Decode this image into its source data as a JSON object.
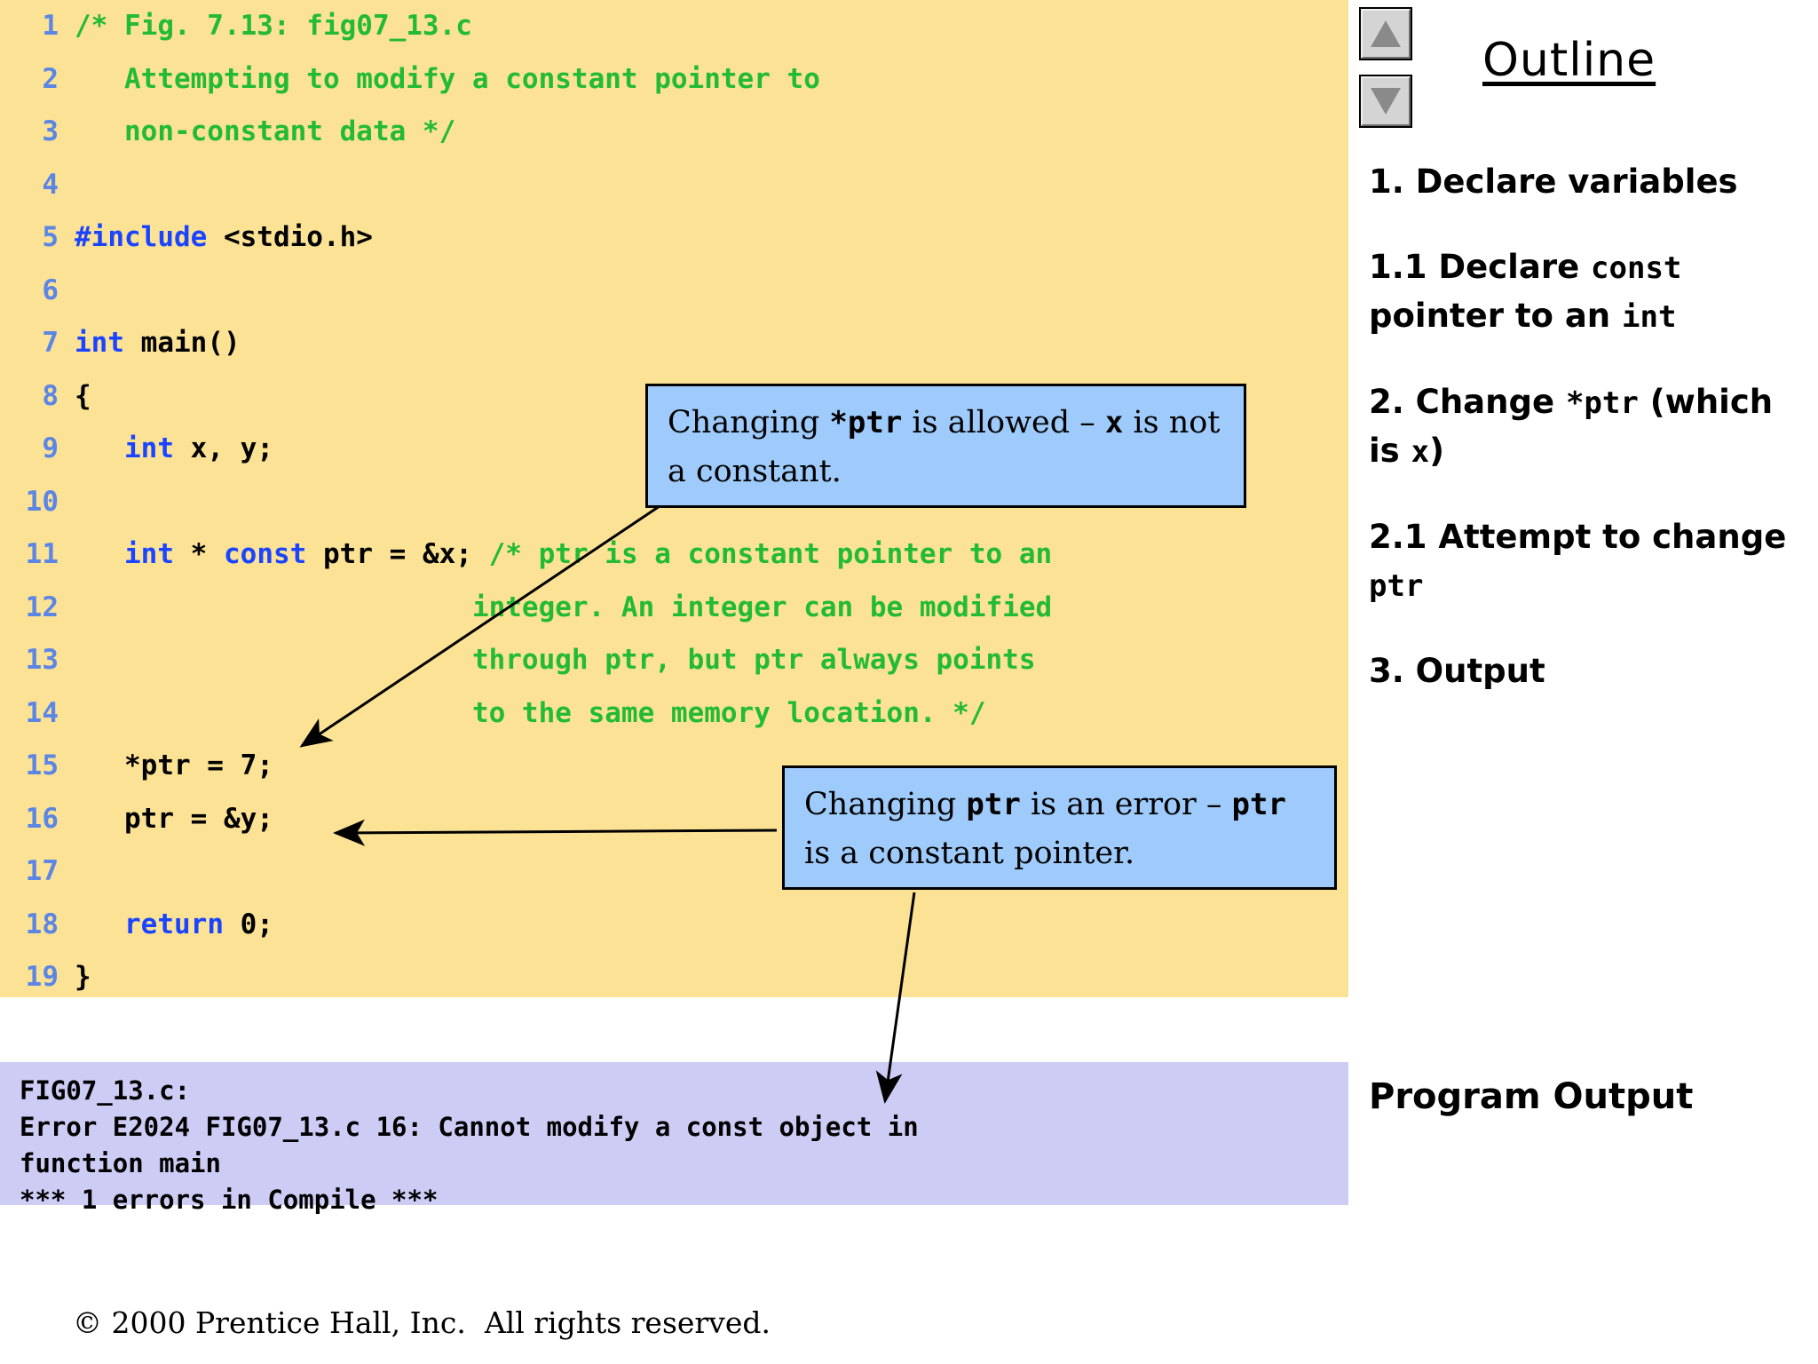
{
  "slide": {
    "figure_title": "fig07_13.c",
    "colors": {
      "code_panel_bg": "#fce294",
      "output_panel_bg": "#ccccf5",
      "callout_bg": "#9ecbfb",
      "keyword": "#1a44ff",
      "comment": "#22bb33",
      "line_number": "#5b86e5"
    }
  },
  "code": {
    "lines": [
      {
        "n": "1",
        "segments": [
          {
            "t": "/* Fig. 7.13: fig07_13.c",
            "c": "cm"
          }
        ]
      },
      {
        "n": "2",
        "segments": [
          {
            "t": "   Attempting to modify a constant pointer to",
            "c": "cm"
          }
        ]
      },
      {
        "n": "3",
        "segments": [
          {
            "t": "   non-constant data */",
            "c": "cm"
          }
        ]
      },
      {
        "n": "4",
        "segments": [
          {
            "t": "",
            "c": "id"
          }
        ]
      },
      {
        "n": "5",
        "segments": [
          {
            "t": "#include",
            "c": "kw"
          },
          {
            "t": " <stdio.h>",
            "c": "id"
          }
        ]
      },
      {
        "n": "6",
        "segments": [
          {
            "t": "",
            "c": "id"
          }
        ]
      },
      {
        "n": "7",
        "segments": [
          {
            "t": "int",
            "c": "kw"
          },
          {
            "t": " main()",
            "c": "id"
          }
        ]
      },
      {
        "n": "8",
        "segments": [
          {
            "t": "{",
            "c": "id"
          }
        ]
      },
      {
        "n": "9",
        "segments": [
          {
            "t": "   ",
            "c": "id"
          },
          {
            "t": "int",
            "c": "kw"
          },
          {
            "t": " x, y;",
            "c": "id"
          }
        ]
      },
      {
        "n": "10",
        "segments": [
          {
            "t": "",
            "c": "id"
          }
        ]
      },
      {
        "n": "11",
        "segments": [
          {
            "t": "   ",
            "c": "id"
          },
          {
            "t": "int",
            "c": "kw"
          },
          {
            "t": " * ",
            "c": "id"
          },
          {
            "t": "const",
            "c": "kw"
          },
          {
            "t": " ptr = &x; ",
            "c": "id"
          },
          {
            "t": "/* ptr is a constant pointer to an",
            "c": "cm"
          }
        ]
      },
      {
        "n": "12",
        "segments": [
          {
            "t": "                        ",
            "c": "id"
          },
          {
            "t": "integer. An integer can be modified",
            "c": "cm"
          }
        ]
      },
      {
        "n": "13",
        "segments": [
          {
            "t": "                        ",
            "c": "id"
          },
          {
            "t": "through ptr, but ptr always points",
            "c": "cm"
          }
        ]
      },
      {
        "n": "14",
        "segments": [
          {
            "t": "                        ",
            "c": "id"
          },
          {
            "t": "to the same memory location. */",
            "c": "cm"
          }
        ]
      },
      {
        "n": "15",
        "segments": [
          {
            "t": "   *ptr = 7;",
            "c": "id"
          }
        ]
      },
      {
        "n": "16",
        "segments": [
          {
            "t": "   ptr = &y;",
            "c": "id"
          }
        ]
      },
      {
        "n": "17",
        "segments": [
          {
            "t": "",
            "c": "id"
          }
        ]
      },
      {
        "n": "18",
        "segments": [
          {
            "t": "   ",
            "c": "id"
          },
          {
            "t": "return",
            "c": "kw"
          },
          {
            "t": " 0;",
            "c": "id"
          }
        ]
      },
      {
        "n": "19",
        "segments": [
          {
            "t": "}",
            "c": "id"
          }
        ]
      }
    ]
  },
  "program_output": {
    "lines": [
      "FIG07_13.c:",
      "Error E2024 FIG07_13.c 16: Cannot modify a const object in",
      "function main",
      "*** 1 errors in Compile ***"
    ]
  },
  "callouts": [
    {
      "id": "callout-1",
      "parts": [
        {
          "t": "Changing ",
          "m": false
        },
        {
          "t": "*ptr",
          "m": true
        },
        {
          "t": " is allowed – ",
          "m": false
        },
        {
          "t": "x",
          "m": true
        },
        {
          "t": " is not a constant.",
          "m": false
        }
      ]
    },
    {
      "id": "callout-2",
      "parts": [
        {
          "t": "Changing ",
          "m": false
        },
        {
          "t": "ptr",
          "m": true
        },
        {
          "t": " is an error – ",
          "m": false
        },
        {
          "t": "ptr",
          "m": true
        },
        {
          "t": " is a constant pointer.",
          "m": false
        }
      ]
    }
  ],
  "outline": {
    "title": "Outline",
    "scroll_up_label": "scroll up",
    "scroll_down_label": "scroll down",
    "items": [
      {
        "parts": [
          {
            "t": "1.  Declare variables",
            "m": false
          }
        ]
      },
      {
        "parts": [
          {
            "t": "1.1  Declare ",
            "m": false
          },
          {
            "t": "const",
            "m": true
          },
          {
            "t": " pointer to an ",
            "m": false
          },
          {
            "t": "int",
            "m": true
          }
        ]
      },
      {
        "parts": [
          {
            "t": "2.  Change ",
            "m": false
          },
          {
            "t": "*ptr",
            "m": true
          },
          {
            "t": " (which is ",
            "m": false
          },
          {
            "t": "x",
            "m": true
          },
          {
            "t": ")",
            "m": false
          }
        ]
      },
      {
        "parts": [
          {
            "t": "2.1  Attempt to change ",
            "m": false
          },
          {
            "t": "ptr",
            "m": true
          }
        ]
      },
      {
        "parts": [
          {
            "t": "3. Output",
            "m": false
          }
        ]
      }
    ],
    "program_output_label": "Program Output"
  },
  "footer": {
    "copyright": "© 2000 Prentice Hall, Inc.  All rights reserved."
  }
}
